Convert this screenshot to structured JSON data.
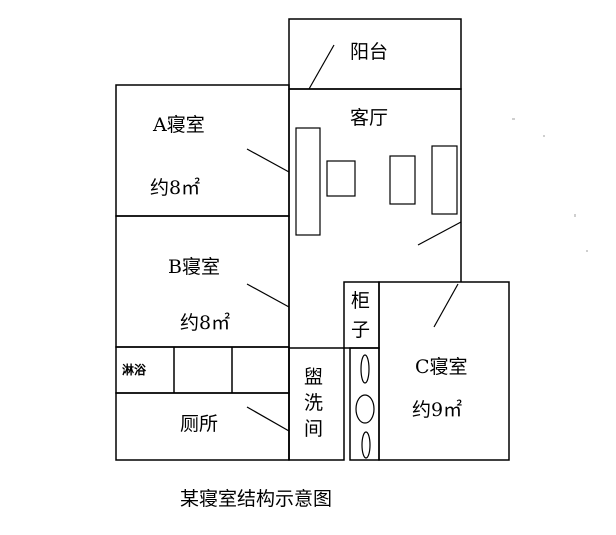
{
  "diagram": {
    "rooms": {
      "balcony": {
        "label": "阳台"
      },
      "living_room": {
        "label": "客厅"
      },
      "bedroom_a": {
        "label": "A寝室",
        "area": "约8㎡"
      },
      "bedroom_b": {
        "label": "B寝室",
        "area": "约8㎡"
      },
      "bedroom_c": {
        "label": "C寝室",
        "area": "约9㎡"
      },
      "shower": {
        "label": "淋浴"
      },
      "toilet": {
        "label": "厕所"
      },
      "washroom": {
        "label_chars": [
          "盥",
          "洗",
          "间"
        ]
      },
      "cabinet": {
        "label_chars": [
          "柜",
          "子"
        ]
      }
    },
    "caption": "某寝室结构示意图"
  }
}
